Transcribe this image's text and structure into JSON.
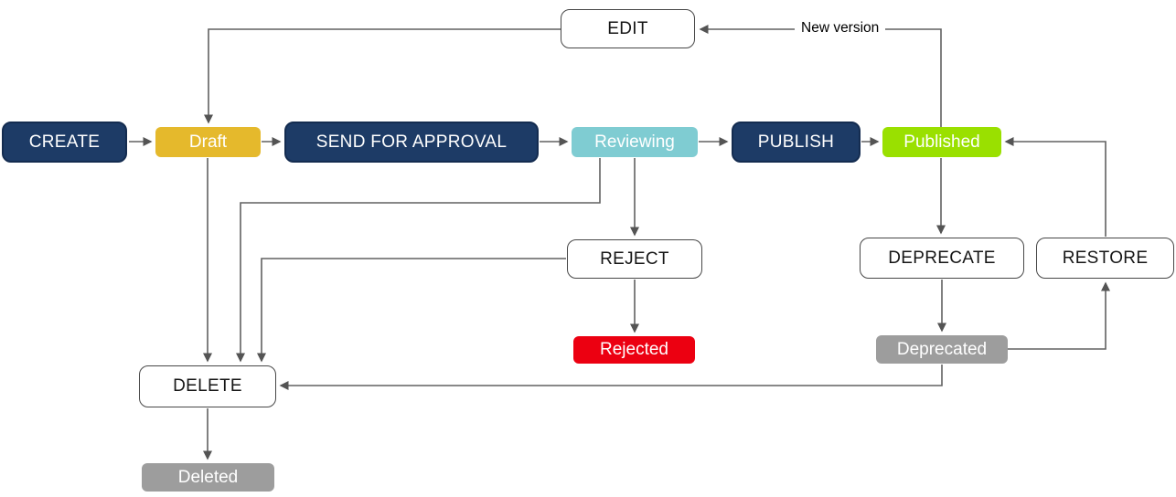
{
  "diagram": {
    "nodes": {
      "create": {
        "label": "CREATE",
        "kind": "action",
        "color": "#1d3b66"
      },
      "draft": {
        "label": "Draft",
        "kind": "state",
        "color": "#e5b92c"
      },
      "send_for_approval": {
        "label": "SEND FOR APPROVAL",
        "kind": "action",
        "color": "#1d3b66"
      },
      "reviewing": {
        "label": "Reviewing",
        "kind": "state",
        "color": "#7fccd2"
      },
      "publish": {
        "label": "PUBLISH",
        "kind": "action",
        "color": "#1d3b66"
      },
      "published": {
        "label": "Published",
        "kind": "state",
        "color": "#9ae000"
      },
      "edit": {
        "label": "EDIT",
        "kind": "action-outline",
        "color": "#ffffff"
      },
      "reject": {
        "label": "REJECT",
        "kind": "action-outline",
        "color": "#ffffff"
      },
      "rejected": {
        "label": "Rejected",
        "kind": "state",
        "color": "#ec0011"
      },
      "deprecate": {
        "label": "DEPRECATE",
        "kind": "action-outline",
        "color": "#ffffff"
      },
      "restore": {
        "label": "RESTORE",
        "kind": "action-outline",
        "color": "#ffffff"
      },
      "deprecated": {
        "label": "Deprecated",
        "kind": "state",
        "color": "#9d9d9d"
      },
      "delete": {
        "label": "DELETE",
        "kind": "action-outline",
        "color": "#ffffff"
      },
      "deleted": {
        "label": "Deleted",
        "kind": "state",
        "color": "#9d9d9d"
      }
    },
    "edges": [
      {
        "from": "CREATE",
        "to": "Draft"
      },
      {
        "from": "Draft",
        "to": "SEND FOR APPROVAL"
      },
      {
        "from": "SEND FOR APPROVAL",
        "to": "Reviewing"
      },
      {
        "from": "Reviewing",
        "to": "PUBLISH"
      },
      {
        "from": "PUBLISH",
        "to": "Published"
      },
      {
        "from": "Published",
        "to": "EDIT",
        "label": "New version"
      },
      {
        "from": "EDIT",
        "to": "Draft"
      },
      {
        "from": "Reviewing",
        "to": "REJECT"
      },
      {
        "from": "REJECT",
        "to": "Rejected"
      },
      {
        "from": "Reviewing",
        "to": "DELETE"
      },
      {
        "from": "REJECT",
        "to": "DELETE"
      },
      {
        "from": "Draft",
        "to": "DELETE"
      },
      {
        "from": "Published",
        "to": "DEPRECATE"
      },
      {
        "from": "DEPRECATE",
        "to": "Deprecated"
      },
      {
        "from": "Deprecated",
        "to": "RESTORE"
      },
      {
        "from": "RESTORE",
        "to": "Published"
      },
      {
        "from": "Deprecated",
        "to": "DELETE"
      },
      {
        "from": "DELETE",
        "to": "Deleted"
      }
    ],
    "colors": {
      "action_fill": "#1d3b66",
      "action_border": "#142c50",
      "outline_border": "#474747",
      "state_draft": "#e5b92c",
      "state_reviewing": "#7fccd2",
      "state_published": "#9ae000",
      "state_rejected": "#ec0011",
      "state_neutral": "#9d9d9d",
      "connector": "#616161"
    }
  }
}
